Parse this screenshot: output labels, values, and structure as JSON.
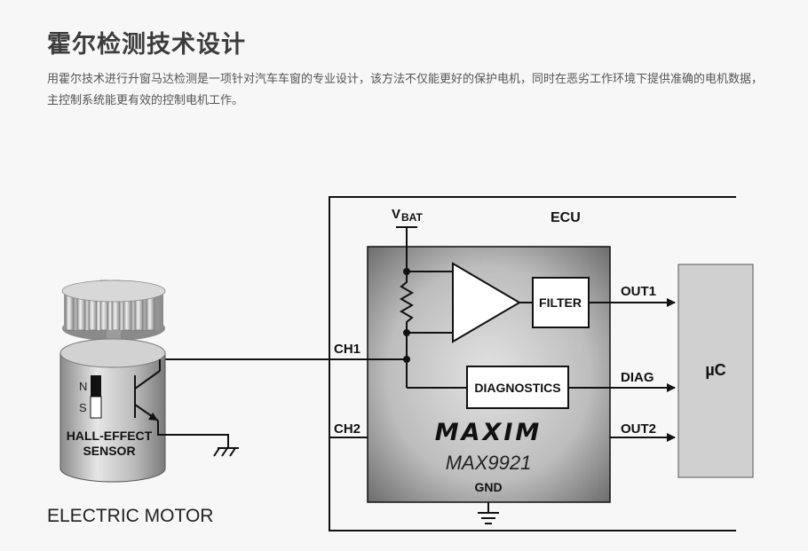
{
  "header": {
    "title": "霍尔检测技术设计",
    "description": "用霍尔技术进行升窗马达检测是一项针对汽车车窗的专业设计，该方法不仅能更好的保护电机，同时在恶劣工作环境下提供准确的电机数据，主控制系统能更有效的控制电机工作。"
  },
  "diagram": {
    "ecu_label": "ECU",
    "vbat_label": "V",
    "vbat_sub": "BAT",
    "filter_label": "FILTER",
    "diagnostics_label": "DIAGNOSTICS",
    "brand_label": "MAXIM",
    "chip_label": "MAX9921",
    "gnd_label": "GND",
    "ch1_label": "CH1",
    "ch2_label": "CH2",
    "out1_label": "OUT1",
    "diag_label": "DIAG",
    "out2_label": "OUT2",
    "uc_label": "µC",
    "sensor_n": "N",
    "sensor_s": "S",
    "sensor_label_1": "HALL-EFFECT",
    "sensor_label_2": "SENSOR",
    "motor_label": "ELECTRIC MOTOR"
  }
}
